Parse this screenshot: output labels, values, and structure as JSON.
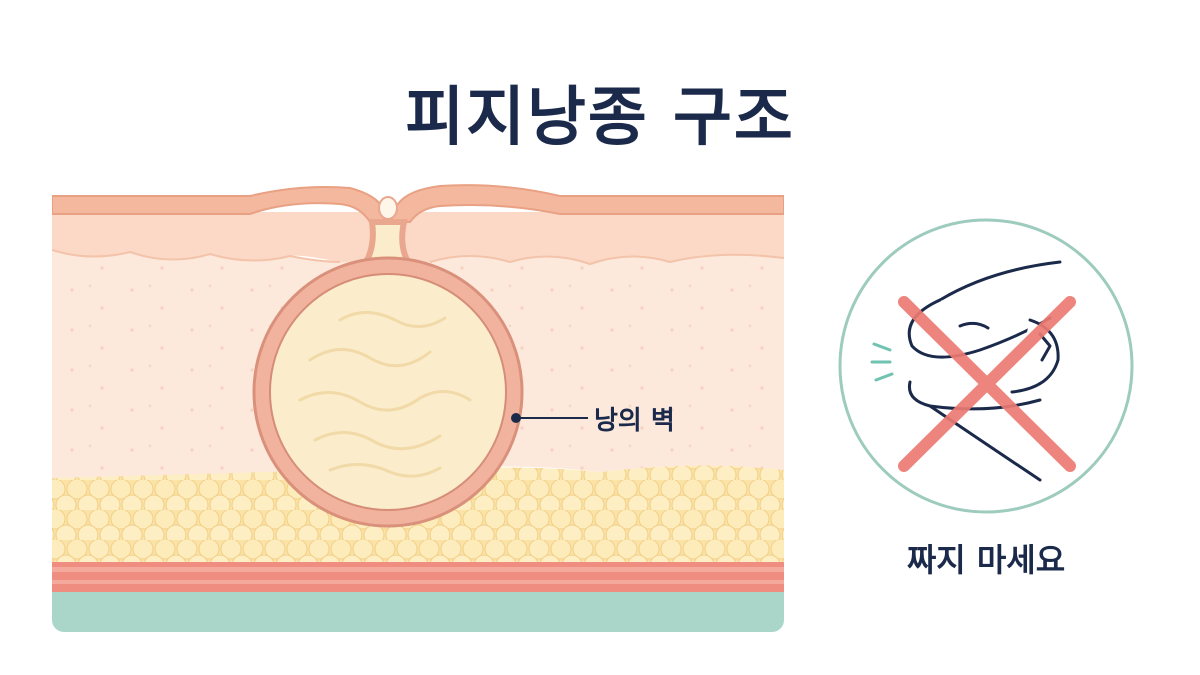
{
  "title": "피지낭종 구조",
  "labels": {
    "cyst_wall": "낭의 벽",
    "warning": "짜지 마세요"
  },
  "icons": {
    "warning_symbol": "no-squeeze-icon",
    "cross": "red-x-icon"
  },
  "colors": {
    "title_text": "#1b2a4a",
    "epidermis": "#f4b89e",
    "dermis": "#fde5d8",
    "cyst_wall": "#e9a78f",
    "cyst_content": "#fbeccb",
    "fat_layer": "#fbe3a8",
    "muscle_layer": "#ef8d80",
    "base_layer": "#a9d6c8",
    "warning_circle": "#9dcbbd",
    "red_x": "#ec7a72"
  }
}
